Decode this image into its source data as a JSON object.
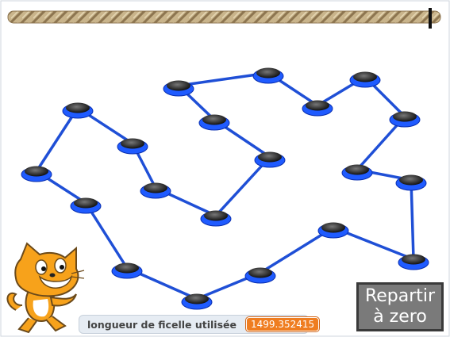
{
  "monitor": {
    "label": "longueur de ficelle utilisée",
    "value": "1499.352415"
  },
  "reset_button": {
    "line1": "Repartir",
    "line2": "à zero"
  },
  "colors": {
    "string": "#1f4fd6",
    "peg_base": "#1f5bff",
    "peg_top": "#2a2a2a",
    "monitor_value": "#ef7d20",
    "reset_button_bg": "#7a7a7a",
    "rope": "#b9a27a"
  },
  "icons": {
    "rope": "rope-icon",
    "cat": "scratch-cat-icon"
  }
}
